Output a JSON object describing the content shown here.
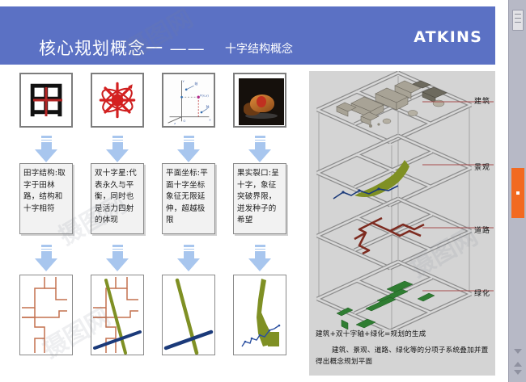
{
  "title": {
    "main": "核心规划概念一 ——",
    "sub": "十字结构概念",
    "logo": "ATKINS"
  },
  "thumbnails": [
    {
      "name": "tian-character",
      "caption": "田"
    },
    {
      "name": "red-atom-star",
      "caption": ""
    },
    {
      "name": "coordinate-axes",
      "caption": ""
    },
    {
      "name": "split-fruit-photo",
      "caption": ""
    }
  ],
  "concept_boxes": [
    {
      "heading": "田字结构:",
      "body": "取字于田林路，结构和十字相符"
    },
    {
      "heading": "双十字星:",
      "body": "代表永久与平衡，同时也是活力四射 的体现"
    },
    {
      "heading": "平面坐标:",
      "body": "平面十字坐标象征无限延伸，超越极限"
    },
    {
      "heading": "果实裂口:",
      "body": "呈十字，象征突破界限，迸发种子的希望"
    }
  ],
  "arrows": [
    {
      "name": "down-arrow-1"
    },
    {
      "name": "down-arrow-2"
    },
    {
      "name": "down-arrow-3"
    },
    {
      "name": "down-arrow-4"
    }
  ],
  "diagrams": [
    {
      "name": "road-grid-cross"
    },
    {
      "name": "road-grid-with-axes"
    },
    {
      "name": "double-cross-axes"
    },
    {
      "name": "green-corridor-water"
    }
  ],
  "layers": [
    {
      "label": "建筑"
    },
    {
      "label": "景观"
    },
    {
      "label": "道路"
    },
    {
      "label": "绿化"
    }
  ],
  "caption": {
    "line1": "建筑+双十字轴+绿化=规划的生成",
    "line2": "建筑、景观、道路、绿化等的分项子系统叠加并置得出概念规划平面"
  },
  "colors": {
    "title_bg": "#5b71c4",
    "arrow": "#a8c6ee",
    "road_orange": "#c4714f",
    "green_band": "#7f9024",
    "blue_band": "#1b3a7a",
    "layer_line": "#a64b4b",
    "scroll_thumb": "#f26a21",
    "panel_bg": "#d4d4d4"
  },
  "watermarks": [
    "摄图网",
    "摄图网",
    "摄图网",
    "摄图网"
  ]
}
